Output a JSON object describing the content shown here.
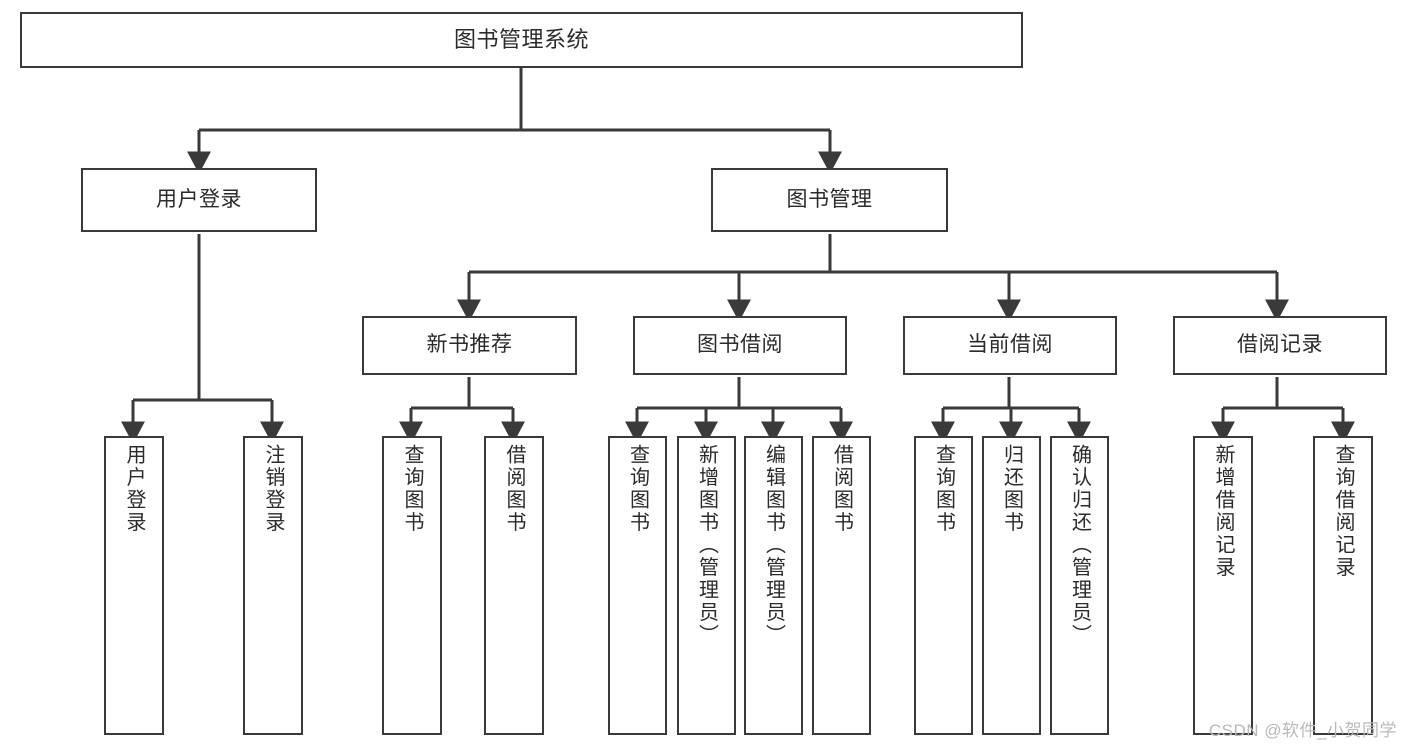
{
  "diagram": {
    "title": "图书管理系统",
    "type": "tree",
    "watermark": "CSDN @软件_小贺同学",
    "line_color": "#3a3a3a",
    "box_fill": "#ffffff",
    "text_color": "#2b2b2b"
  },
  "nodes": {
    "root": {
      "label": "图书管理系统"
    },
    "level2": [
      {
        "id": "user-login",
        "label": "用户登录"
      },
      {
        "id": "book-management",
        "label": "图书管理"
      }
    ],
    "level3": [
      {
        "id": "new-book-recommend",
        "label": "新书推荐"
      },
      {
        "id": "book-borrow",
        "label": "图书借阅"
      },
      {
        "id": "current-borrow",
        "label": "当前借阅"
      },
      {
        "id": "borrow-record",
        "label": "借阅记录"
      }
    ],
    "leaves": {
      "user_login": [
        {
          "id": "leaf-user-login",
          "label": "用户登录"
        },
        {
          "id": "leaf-logout-login",
          "label": "注销登录"
        }
      ],
      "new_book_recommend": [
        {
          "id": "leaf-query-book-1",
          "label": "查询图书"
        },
        {
          "id": "leaf-borrow-book-1",
          "label": "借阅图书"
        }
      ],
      "book_borrow": [
        {
          "id": "leaf-query-book-2",
          "label": "查询图书"
        },
        {
          "id": "leaf-add-book",
          "label": "新增图书（管理员）"
        },
        {
          "id": "leaf-edit-book",
          "label": "编辑图书（管理员）"
        },
        {
          "id": "leaf-borrow-book-2",
          "label": "借阅图书"
        }
      ],
      "current_borrow": [
        {
          "id": "leaf-query-book-3",
          "label": "查询图书"
        },
        {
          "id": "leaf-return-book",
          "label": "归还图书"
        },
        {
          "id": "leaf-confirm-return",
          "label": "确认归还（管理员）"
        }
      ],
      "borrow_record": [
        {
          "id": "leaf-add-record",
          "label": "新增借阅记录"
        },
        {
          "id": "leaf-query-record",
          "label": "查询借阅记录"
        }
      ]
    }
  }
}
